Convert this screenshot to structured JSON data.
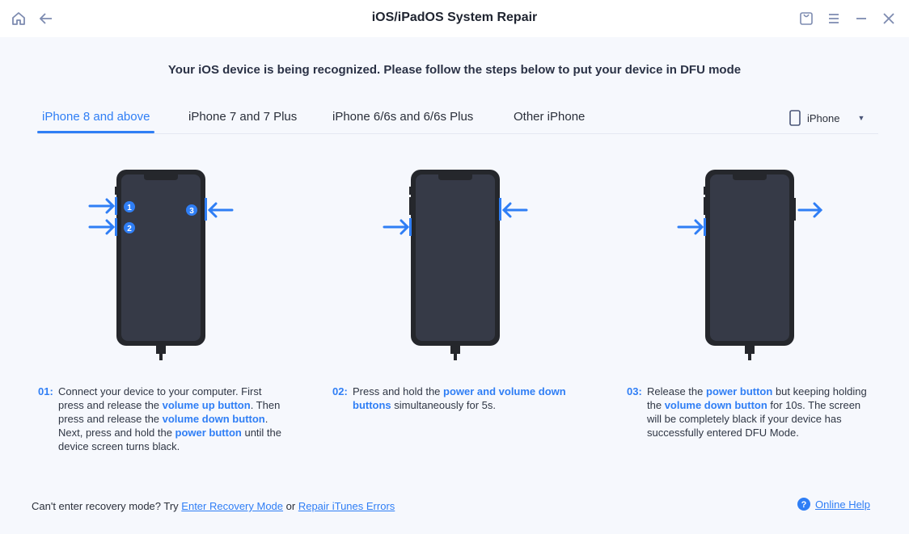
{
  "window": {
    "title": "iOS/iPadOS System Repair"
  },
  "headline": "Your iOS device is being recognized. Please follow the steps below to put your device in DFU mode",
  "tabs": [
    {
      "label": "iPhone 8 and above"
    },
    {
      "label": "iPhone 7 and 7 Plus"
    },
    {
      "label": "iPhone 6/6s and 6/6s Plus"
    },
    {
      "label": "Other iPhone"
    }
  ],
  "device_select": {
    "value": "iPhone"
  },
  "badges": [
    "1",
    "2",
    "3"
  ],
  "steps": [
    {
      "num": "01:",
      "t1": "Connect your device to your computer. First press and release the ",
      "h1": "volume up button",
      "t2": ". Then press and release the ",
      "h2": "volume down button",
      "t3": ". Next, press and hold the ",
      "h3": "power button",
      "t4": " until the device screen turns black."
    },
    {
      "num": "02:",
      "t1": "Press and hold the ",
      "h1": "power and volume down buttons",
      "t2": " simultaneously for 5s."
    },
    {
      "num": "03:",
      "t1": "Release the ",
      "h1": "power button",
      "t2": " but keeping holding the ",
      "h2": "volume down button",
      "t3": " for 10s. The screen will be completely black if your device has successfully entered DFU Mode."
    }
  ],
  "footer": {
    "prefix": "Can't enter recovery mode? Try ",
    "link1": "Enter Recovery Mode",
    "or": " or ",
    "link2": "Repair iTunes Errors",
    "help": "Online Help"
  },
  "colors": {
    "accent": "#2f7ef5",
    "phone_body": "#25272c",
    "phone_screen": "#363a47"
  }
}
